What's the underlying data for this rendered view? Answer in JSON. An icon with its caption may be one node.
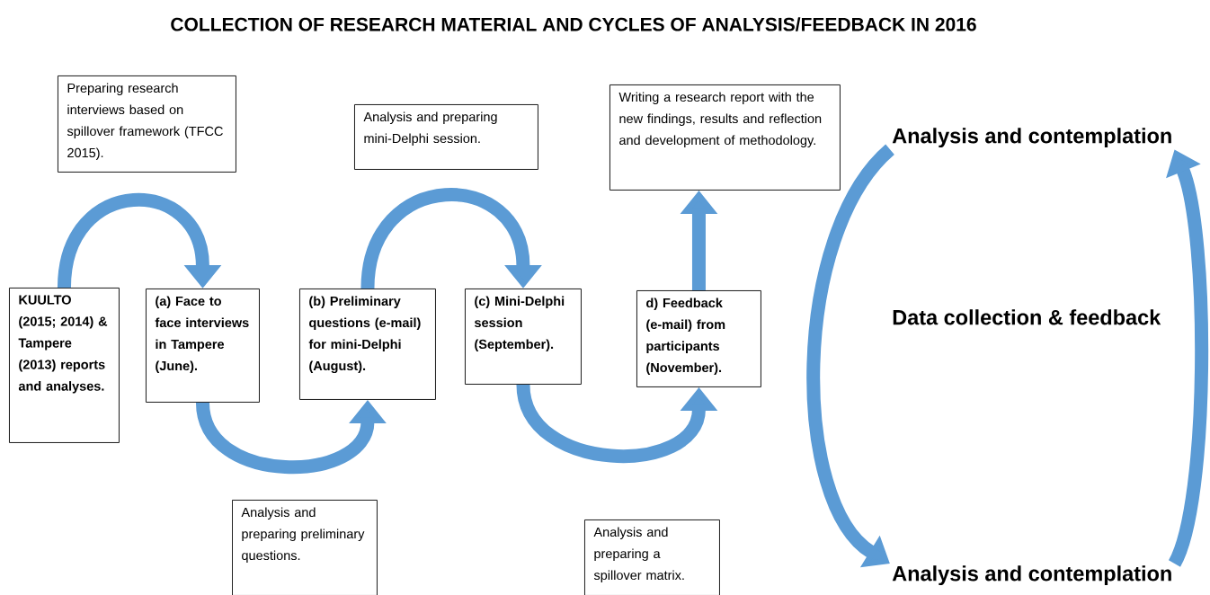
{
  "diagram": {
    "title": "COLLECTION OF RESEARCH MATERIAL AND CYCLES OF ANALYSIS/FEEDBACK IN 2016",
    "nodes": [
      {
        "text": [
          "Preparing research interviews based on spillover framework (TFCC 2015)."
        ]
      },
      {
        "text": [
          "Analysis and preparing mini-Delphi session."
        ]
      },
      {
        "text": [
          "Writing a research report with the new findings, results and reflection and development of methodology."
        ]
      },
      {
        "text": [
          "KUULTO (2015; 2014) & Tampere (2013) reports and analyses."
        ]
      },
      {
        "text": [
          "(a) Face to face interviews in Tampere (June)."
        ]
      },
      {
        "text": [
          "(b) Preliminary questions (e-mail) for mini-Delphi (August)."
        ]
      },
      {
        "text": [
          "(c) Mini-Delphi session (September)."
        ]
      },
      {
        "text": [
          "d) Feedback (e-mail) from participants (November)."
        ]
      },
      {
        "text": [
          "Analysis and preparing preliminary questions."
        ]
      },
      {
        "text": [
          "Analysis and preparing a spillover matrix."
        ]
      },
      {
        "text": [
          "Analysis and contemplation"
        ]
      },
      {
        "text": [
          "Data collection & feedback"
        ]
      },
      {
        "text": [
          "Analysis and contemplation"
        ]
      }
    ],
    "edges": [
      {
        "from": 3,
        "to": 4,
        "arrow": "to"
      },
      {
        "from": 4,
        "to": 5,
        "arrow": "to"
      },
      {
        "from": 5,
        "to": 6,
        "arrow": "to"
      },
      {
        "from": 6,
        "to": 7,
        "arrow": "to"
      },
      {
        "from": 7,
        "to": 2,
        "arrow": "to"
      },
      {
        "from": 10,
        "to": 12,
        "arrow": "to"
      },
      {
        "from": 12,
        "to": 10,
        "arrow": "to"
      }
    ]
  }
}
